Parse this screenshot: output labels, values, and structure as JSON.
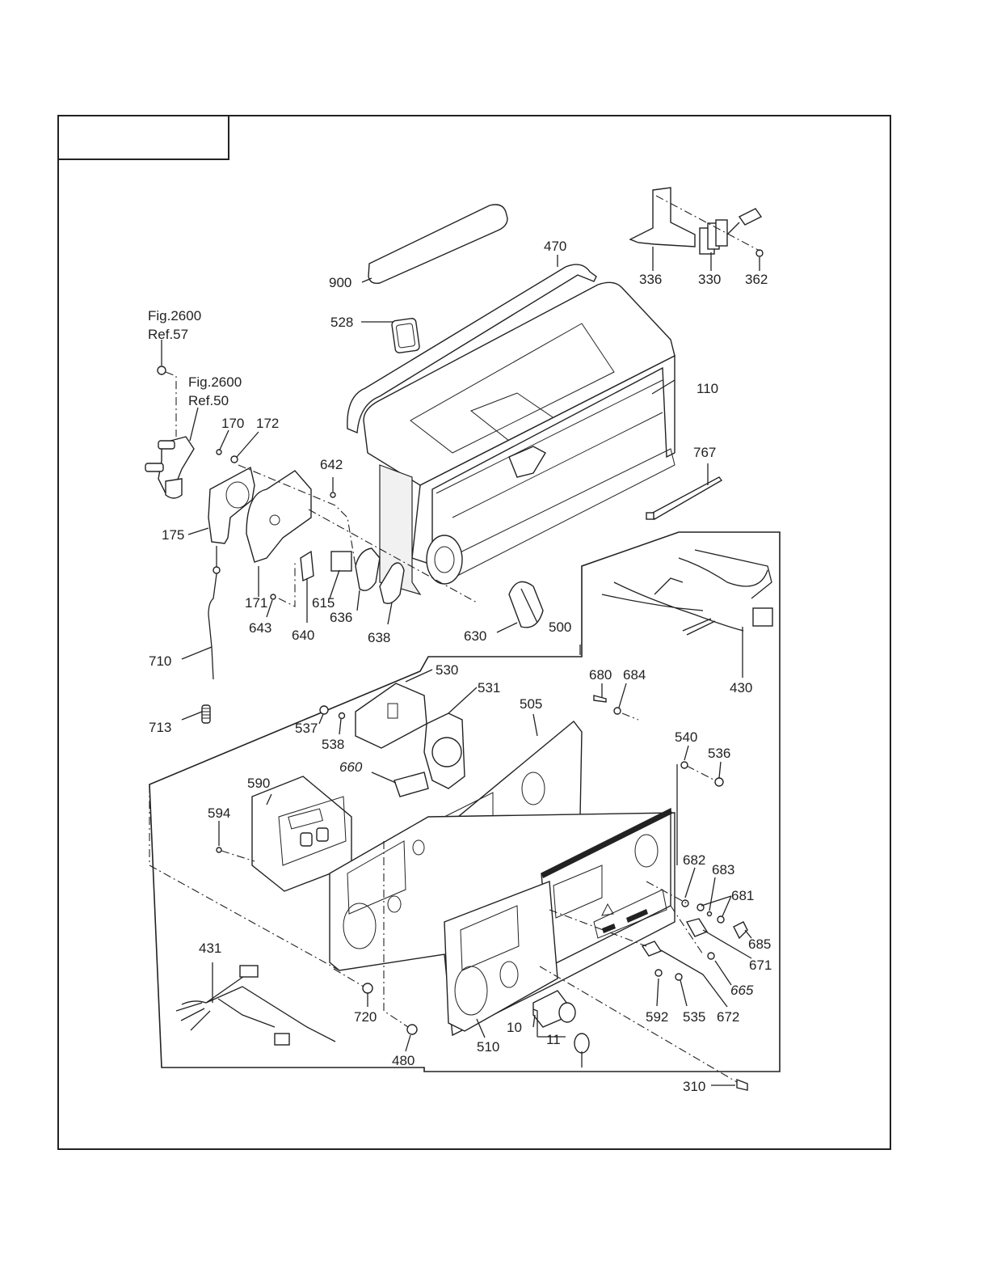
{
  "title_box": {
    "text": ""
  },
  "colors": {
    "ink": "#222222",
    "paper": "#ffffff"
  },
  "references": {
    "fig_ref_57": [
      "Fig.2600",
      "Ref.57"
    ],
    "fig_ref_50": [
      "Fig.2600",
      "Ref.50"
    ]
  },
  "parts": {
    "p10": "10",
    "p11": "11",
    "p110": "110",
    "p170": "170",
    "p171": "171",
    "p172": "172",
    "p175": "175",
    "p310": "310",
    "p330": "330",
    "p336": "336",
    "p362": "362",
    "p430": "430",
    "p431": "431",
    "p470": "470",
    "p480": "480",
    "p500": "500",
    "p505": "505",
    "p510": "510",
    "p528": "528",
    "p530": "530",
    "p531": "531",
    "p535": "535",
    "p536": "536",
    "p537": "537",
    "p538": "538",
    "p540": "540",
    "p590": "590",
    "p592": "592",
    "p594": "594",
    "p615": "615",
    "p630": "630",
    "p636": "636",
    "p638": "638",
    "p640": "640",
    "p642": "642",
    "p643": "643",
    "p660": "660",
    "p665": "665",
    "p671": "671",
    "p672": "672",
    "p680": "680",
    "p681": "681",
    "p682": "682",
    "p683": "683",
    "p684": "684",
    "p685": "685",
    "p710": "710",
    "p713": "713",
    "p720": "720",
    "p767": "767",
    "p900": "900"
  }
}
